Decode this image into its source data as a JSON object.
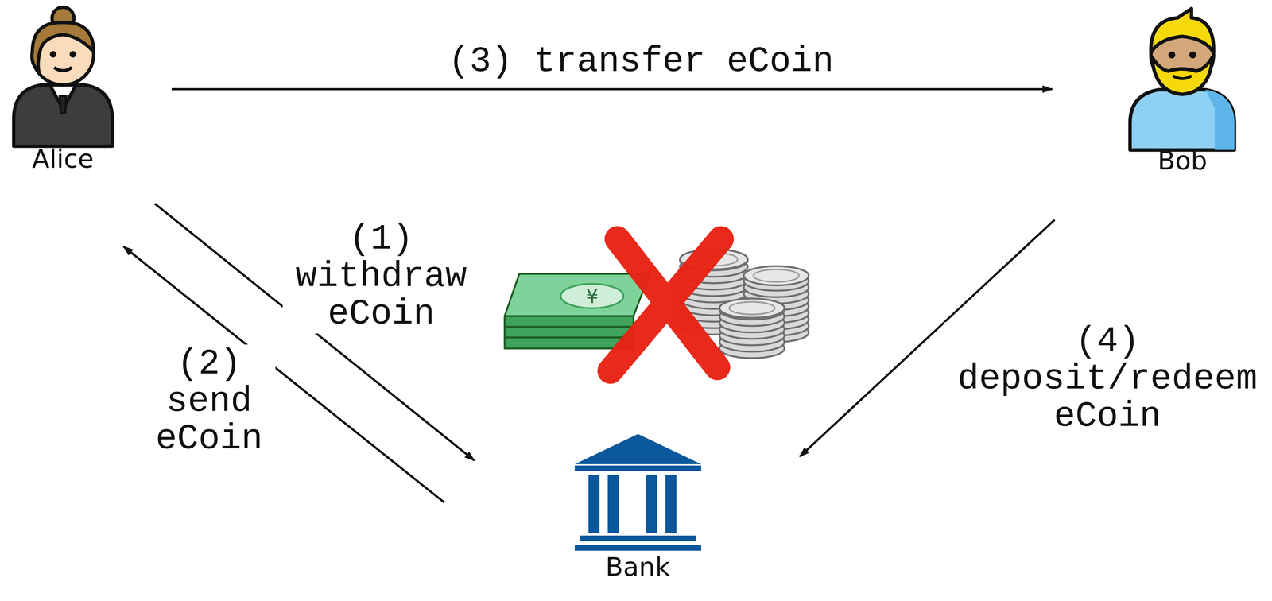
{
  "diagram": {
    "nodes": [
      {
        "text": [
          "Alice"
        ]
      },
      {
        "text": [
          "Bob"
        ]
      },
      {
        "text": [
          "Bank"
        ]
      }
    ],
    "edges": [
      {
        "from": 0,
        "to": 1,
        "arrow": "to",
        "label": "(3) transfer eCoin"
      },
      {
        "from": 0,
        "to": 2,
        "arrow": "to",
        "label": "(1) withdraw eCoin"
      },
      {
        "from": 2,
        "to": 0,
        "arrow": "to",
        "label": "(2) send eCoin"
      },
      {
        "from": 1,
        "to": 2,
        "arrow": "to",
        "label": "(4) deposit/redeem eCoin"
      }
    ],
    "labels": [
      "¥"
    ]
  }
}
